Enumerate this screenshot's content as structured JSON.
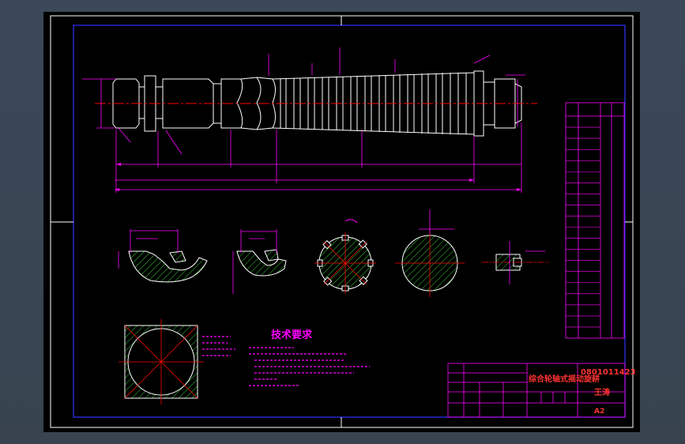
{
  "drawing": {
    "tech_title": "技术要求",
    "title_block": {
      "drawing_no": "0801011423",
      "part_name": "综合轮轴式摇动旋耕",
      "designer": "王涛",
      "sheet_size": "A2"
    }
  },
  "colors": {
    "background": "#3a4656",
    "sheet": "#000000",
    "border": "#3333ff",
    "outline": "#ffffff",
    "dimension": "#ff00ff",
    "centerline": "#ff0000",
    "hatch": "#33cc33",
    "annotation": "#ff3333"
  }
}
